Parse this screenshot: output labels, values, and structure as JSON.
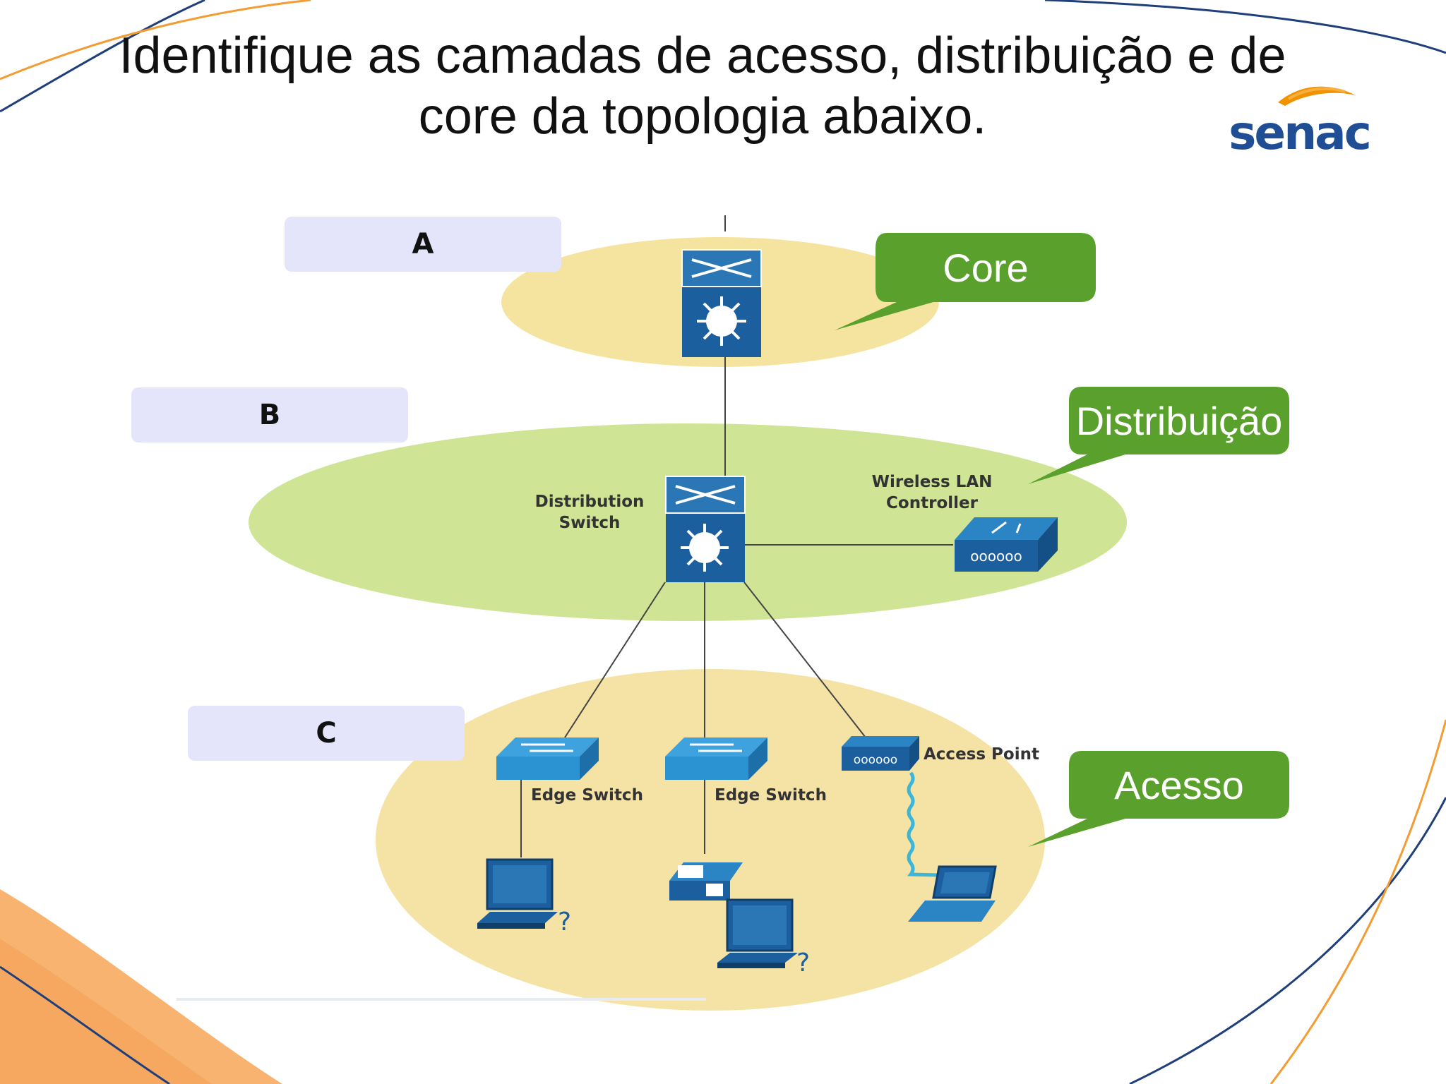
{
  "title": {
    "line1": "Identifique as camadas de acesso, distribuição e de",
    "line2": "core da topologia abaixo."
  },
  "logo": {
    "text": "senac",
    "icon": "senac-logo-swoosh",
    "brand_blue": "#1f4e95",
    "brand_orange": "#f39200"
  },
  "layer_boxes": {
    "a": "A",
    "b": "B",
    "c": "C"
  },
  "callouts": {
    "core": "Core",
    "distribution": "Distribuição",
    "access": "Acesso",
    "color": "#5aa02c"
  },
  "device_labels": {
    "distribution_switch_1": "Distribution",
    "distribution_switch_2": "Switch",
    "wlc_1": "Wireless LAN",
    "wlc_2": "Controller",
    "edge_switch_left": "Edge Switch",
    "edge_switch_right": "Edge Switch",
    "access_point": "Access Point"
  },
  "colors": {
    "core_ellipse": "#f5e49f",
    "distribution_ellipse": "#cfe494",
    "access_ellipse": "#f5e3a6",
    "device_blue": "#1b5f9e",
    "device_light_blue": "#2b93d1",
    "letter_box": "#e4e5fb"
  }
}
